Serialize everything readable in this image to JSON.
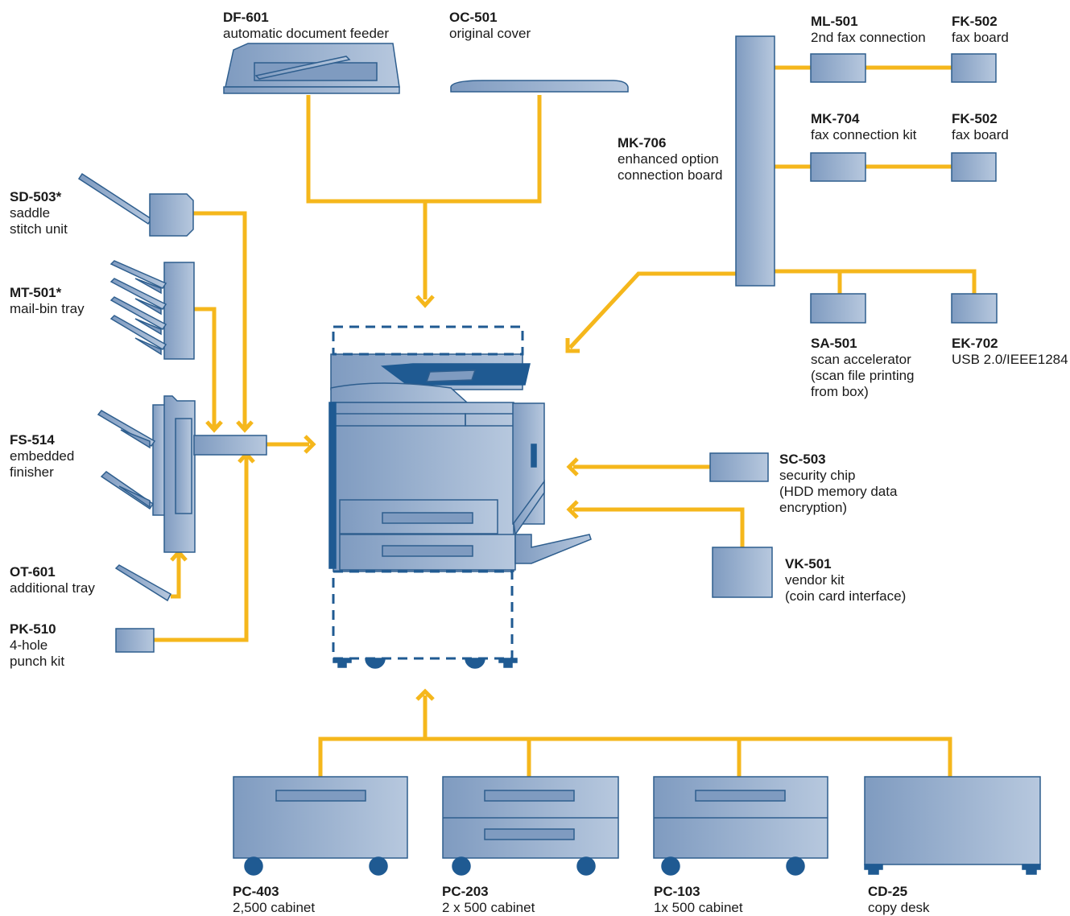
{
  "colors": {
    "connector": "#f5b71c",
    "device_light": "#b7c8de",
    "device_dark": "#7f9bc0",
    "device_stroke": "#2e5e8e",
    "device_deep": "#1f5a92",
    "background": "#ffffff"
  },
  "components": {
    "df601": {
      "code": "DF-601",
      "desc": "automatic document feeder"
    },
    "oc501": {
      "code": "OC-501",
      "desc": "original cover"
    },
    "ml501": {
      "code": "ML-501",
      "desc": "2nd fax connection"
    },
    "fk502a": {
      "code": "FK-502",
      "desc": "fax board"
    },
    "mk704": {
      "code": "MK-704",
      "desc": "fax connection kit"
    },
    "fk502b": {
      "code": "FK-502",
      "desc": "fax board"
    },
    "mk706": {
      "code": "MK-706",
      "desc": "enhanced option\nconnection board"
    },
    "sd503": {
      "code": "SD-503*",
      "desc": "saddle\nstitch unit"
    },
    "mt501": {
      "code": "MT-501*",
      "desc": "mail-bin tray"
    },
    "fs514": {
      "code": "FS-514",
      "desc": "embedded\nfinisher"
    },
    "ot601": {
      "code": "OT-601",
      "desc": "additional tray"
    },
    "pk510": {
      "code": "PK-510",
      "desc": "4-hole\npunch kit"
    },
    "sa501": {
      "code": "SA-501",
      "desc": "scan accelerator\n(scan file printing\nfrom box)"
    },
    "ek702": {
      "code": "EK-702",
      "desc": "USB 2.0/IEEE1284"
    },
    "sc503": {
      "code": "SC-503",
      "desc": "security chip\n(HDD memory data\nencryption)"
    },
    "vk501": {
      "code": "VK-501",
      "desc": "vendor kit\n(coin card interface)"
    },
    "pc403": {
      "code": "PC-403",
      "desc": "2,500 cabinet"
    },
    "pc203": {
      "code": "PC-203",
      "desc": "2 x 500 cabinet"
    },
    "pc103": {
      "code": "PC-103",
      "desc": "1x 500 cabinet"
    },
    "cd25": {
      "code": "CD-25",
      "desc": "copy desk"
    }
  }
}
